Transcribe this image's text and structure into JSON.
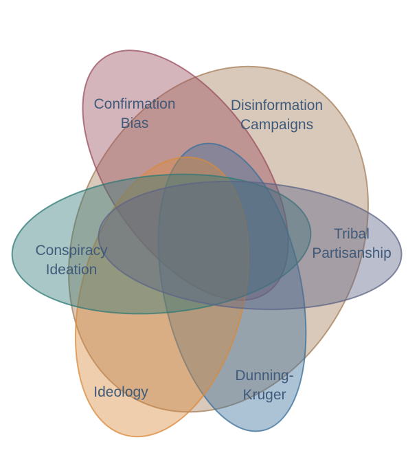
{
  "diagram": {
    "type": "venn",
    "sets": [
      {
        "id": "disinformation",
        "label_lines": [
          "Disinformation",
          "Campaigns"
        ],
        "fill": "#a47e5a",
        "stroke": "#a47e5a"
      },
      {
        "id": "confirmation",
        "label_lines": [
          "Confirmation",
          "Bias"
        ],
        "fill": "#9a4f5f",
        "stroke": "#9a4f5f"
      },
      {
        "id": "dunning",
        "label_lines": [
          "Dunning-",
          "Kruger"
        ],
        "fill": "#3a6f9a",
        "stroke": "#3a6f9a"
      },
      {
        "id": "ideology",
        "label_lines": [
          "Ideology"
        ],
        "fill": "#d98a3c",
        "stroke": "#d98a3c"
      },
      {
        "id": "conspiracy",
        "label_lines": [
          "Conspiracy",
          "Ideation"
        ],
        "fill": "#2f7a76",
        "stroke": "#2f7a76"
      },
      {
        "id": "tribal",
        "label_lines": [
          "Tribal",
          "Partisanship"
        ],
        "fill": "#5d6485",
        "stroke": "#5d6485"
      }
    ]
  }
}
